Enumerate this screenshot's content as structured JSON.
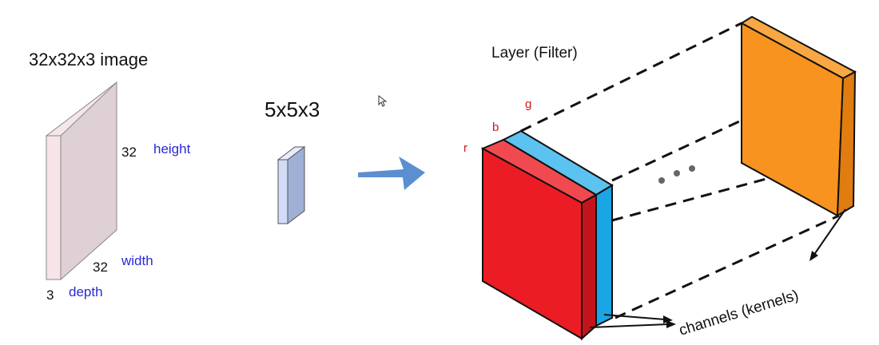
{
  "input_image": {
    "title": "32x32x3 image",
    "height_value": "32",
    "height_label": "height",
    "width_value": "32",
    "width_label": "width",
    "depth_value": "3",
    "depth_label": "depth"
  },
  "filter": {
    "title": "5x5x3"
  },
  "layer": {
    "title": "Layer (Filter)",
    "channel_r": "r",
    "channel_b": "b",
    "channel_g": "g",
    "channels_caption": "channels (kernels)"
  },
  "colors": {
    "image_front": "#f7e4e8",
    "image_side": "#ded0d4",
    "filter_front": "#d2dcf6",
    "filter_side": "#9fb0d6",
    "red_channel": "#ec1c24",
    "blue_channel": "#1aa6e4",
    "orange_layer": "#f7931e",
    "arrow": "#5b8fd0"
  }
}
